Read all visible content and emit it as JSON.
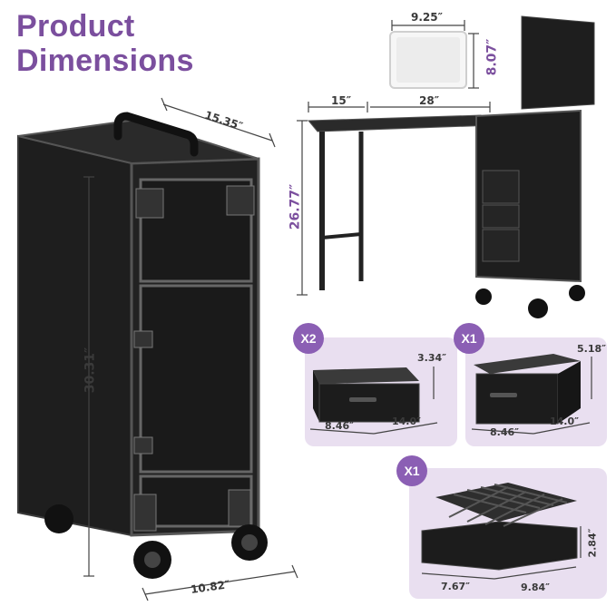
{
  "title": {
    "line1": "Product",
    "line2": "Dimensions"
  },
  "main_case": {
    "depth": "15.35″",
    "height": "30.31″",
    "width": "10.82″"
  },
  "table_setup": {
    "mirror_width": "9.25″",
    "mirror_height": "8.07″",
    "table_left": "15″",
    "table_right": "28″",
    "table_height": "26.77″"
  },
  "drawer_small": {
    "qty": "X2",
    "height": "3.34″",
    "width": "8.46″",
    "length": "14.0″"
  },
  "drawer_large": {
    "qty": "X1",
    "height": "5.18″",
    "width": "8.46″",
    "length": "14.0″"
  },
  "organizer": {
    "qty": "X1",
    "height": "2.84″",
    "width": "7.67″",
    "length": "9.84″"
  },
  "colors": {
    "accent": "#7b4f9e",
    "panel": "#e9dff0",
    "case": "#1c1c1c"
  }
}
